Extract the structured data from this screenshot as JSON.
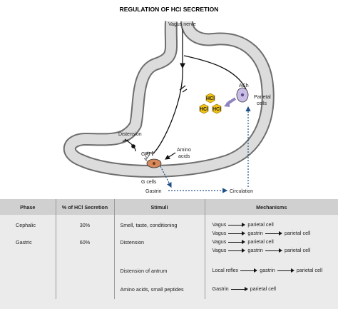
{
  "title": "REGULATION OF HCl SECRETION",
  "diagram_labels": {
    "vagus_nerve": "Vagus nerve",
    "ach_top": "ACh",
    "parietal_cells": "Parietal\ncells",
    "parietal_line1": "Parietal",
    "parietal_line2": "cells",
    "hcl": "HCl",
    "distension": "Distension",
    "grp": "GRP",
    "ach_bottom": "ACh",
    "amino_line1": "Amino",
    "amino_line2": "acids",
    "g_cells": "G cells",
    "gastrin": "Gastrin",
    "circulation": "Circulation"
  },
  "colors": {
    "stomach_fill": "#d9d9d9",
    "hcl_fill": "#f3c214",
    "parietal_fill": "#c9bce6",
    "g_cell_fill": "#d48a5c",
    "dotted_arrow": "#1f4f8a"
  },
  "table": {
    "headers": [
      "Phase",
      "% of HCl Secretion",
      "Stimuli",
      "Mechanisms"
    ],
    "rows": [
      {
        "phase": "Cephalic",
        "percent": "30%",
        "stimuli": "Smell, taste, conditioning",
        "mechanisms": [
          [
            "Vagus",
            "parietal cell"
          ],
          [
            "Vagus",
            "gastrin",
            "parietal cell"
          ]
        ]
      },
      {
        "phase": "Gastric",
        "percent": "60%",
        "stimuli": "Distension",
        "mechanisms": [
          [
            "Vagus",
            "parietal cell"
          ],
          [
            "Vagus",
            "gastrin",
            "parietal cell"
          ]
        ]
      },
      {
        "phase": "",
        "percent": "",
        "stimuli": "Distension of antrum",
        "mechanisms": [
          [
            "Local reflex",
            "gastrin",
            "parietal cell"
          ]
        ]
      },
      {
        "phase": "",
        "percent": "",
        "stimuli": "Amino acids, small peptides",
        "mechanisms": [
          [
            "Gastrin",
            "parietal cell"
          ]
        ]
      }
    ]
  }
}
